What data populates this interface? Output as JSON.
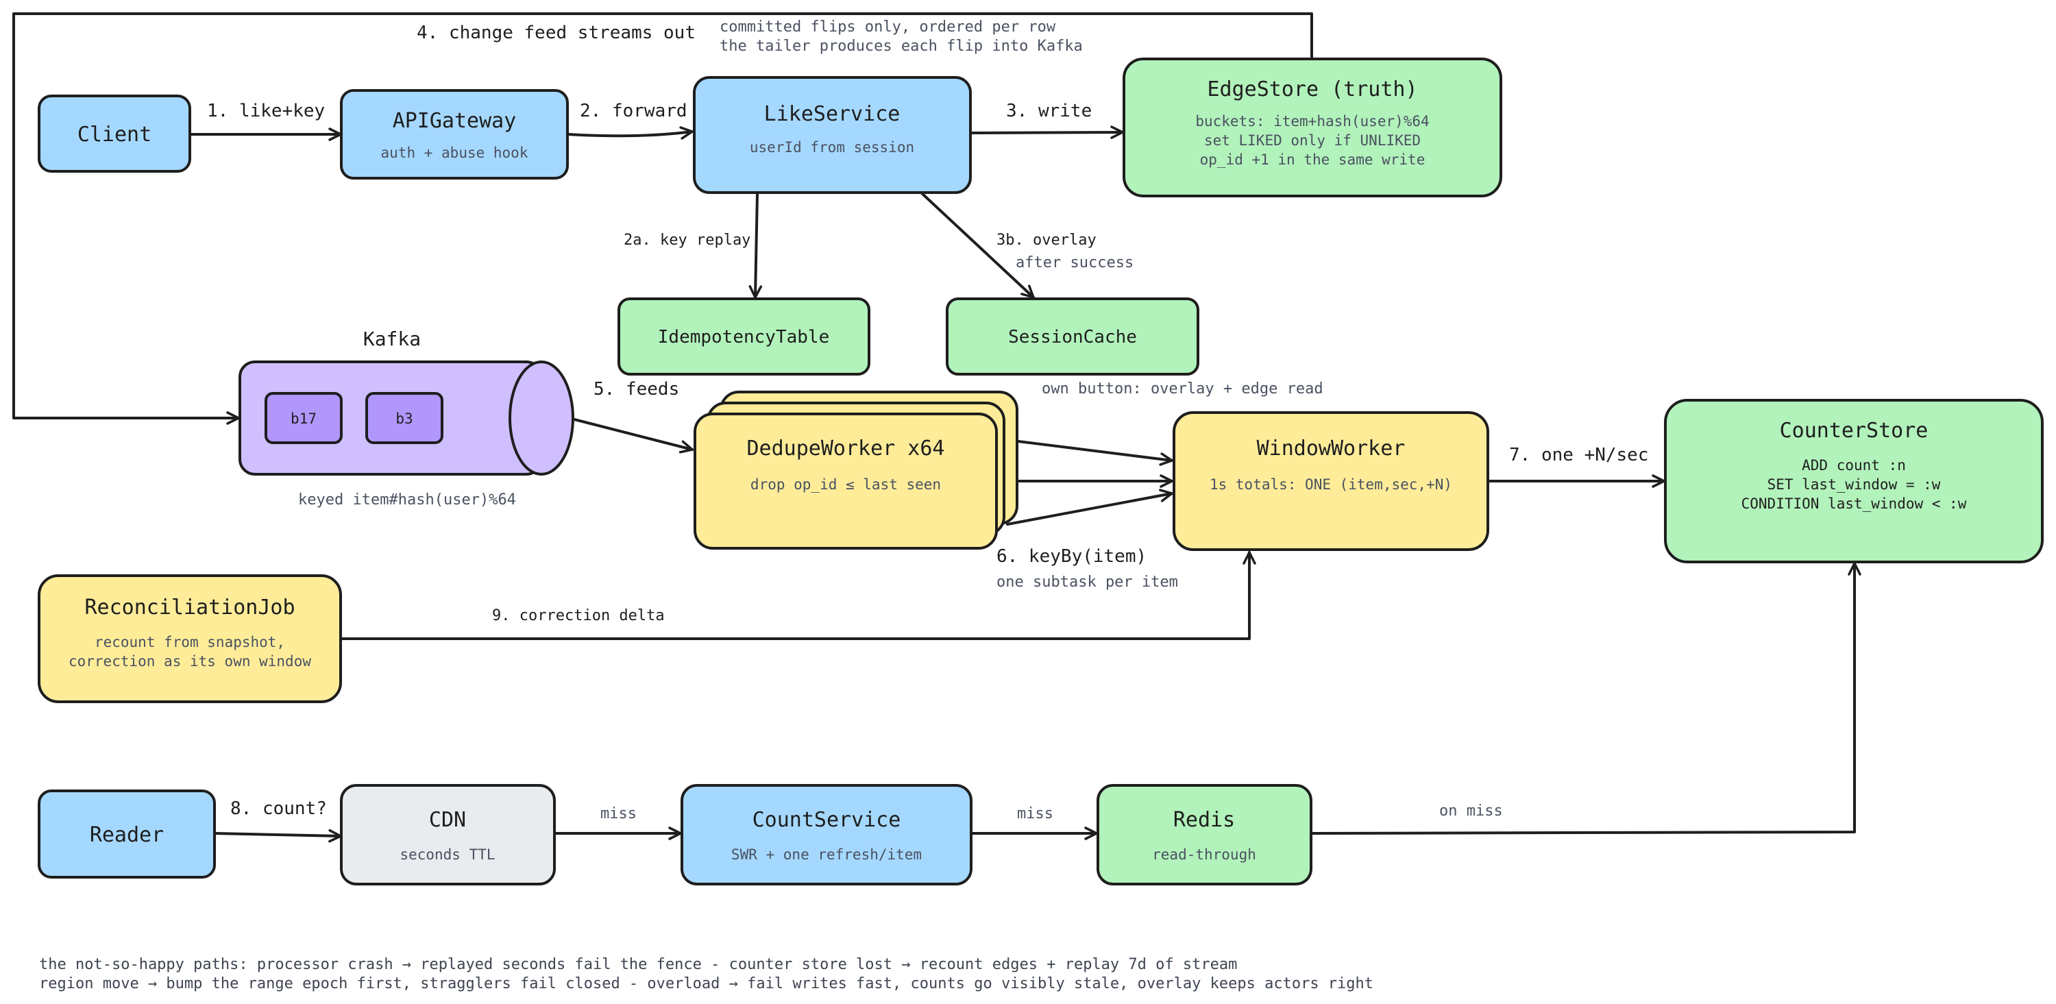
{
  "colors": {
    "blue": "#a5d8ff",
    "green": "#b2f2bb",
    "yellow": "#ffec99",
    "purple": "#d0bfff",
    "purple_dark": "#b197fc",
    "gray": "#e9ecef",
    "stroke": "#1e1e1e"
  },
  "nodes": {
    "client": {
      "title": "Client"
    },
    "apigateway": {
      "title": "APIGateway",
      "sub": "auth + abuse hook"
    },
    "likeservice": {
      "title": "LikeService",
      "sub": "userId from session"
    },
    "edgestore": {
      "title": "EdgeStore (truth)",
      "lines": [
        "buckets: item+hash(user)%64",
        "set LIKED only if UNLIKED",
        "op_id +1 in the same write"
      ]
    },
    "idempotency": {
      "title": "IdempotencyTable"
    },
    "sessioncache": {
      "title": "SessionCache",
      "note": "own button: overlay + edge read"
    },
    "kafka": {
      "title": "Kafka",
      "partitions": [
        "b17",
        "b3"
      ],
      "note": "keyed item#hash(user)%64"
    },
    "dedupe": {
      "title": "DedupeWorker x64",
      "sub": "drop op_id ≤ last seen"
    },
    "window": {
      "title": "WindowWorker",
      "sub": "1s totals: ONE (item,sec,+N)"
    },
    "counterstore": {
      "title": "CounterStore",
      "lines": [
        "ADD count :n",
        "SET last_window = :w",
        "CONDITION last_window < :w"
      ]
    },
    "reconciliation": {
      "title": "ReconciliationJob",
      "lines": [
        "recount from snapshot,",
        "correction as its own window"
      ]
    },
    "reader": {
      "title": "Reader"
    },
    "cdn": {
      "title": "CDN",
      "sub": "seconds TTL"
    },
    "countservice": {
      "title": "CountService",
      "sub": "SWR + one refresh/item"
    },
    "redis": {
      "title": "Redis",
      "sub": "read-through"
    }
  },
  "edges": {
    "e1": "1. like+key",
    "e2": "2. forward",
    "e3": "3. write",
    "e2a": "2a. key replay",
    "e3b": "3b. overlay",
    "e3b_note": "after success",
    "e4": "4. change feed streams out",
    "e4_note": [
      "committed flips only, ordered per row",
      "the tailer produces each flip into Kafka"
    ],
    "e5": "5. feeds",
    "e6": "6. keyBy(item)",
    "e6_note": "one subtask per item",
    "e7": "7. one +N/sec",
    "e8": "8. count?",
    "e9": "9. correction delta",
    "miss1": "miss",
    "miss2": "miss",
    "onmiss": "on miss"
  },
  "footer": [
    "the not-so-happy paths: processor crash → replayed seconds fail the fence - counter store lost → recount edges + replay 7d of stream",
    "region move → bump the range epoch first, stragglers fail closed - overload → fail writes fast, counts go visibly stale, overlay keeps actors right"
  ]
}
